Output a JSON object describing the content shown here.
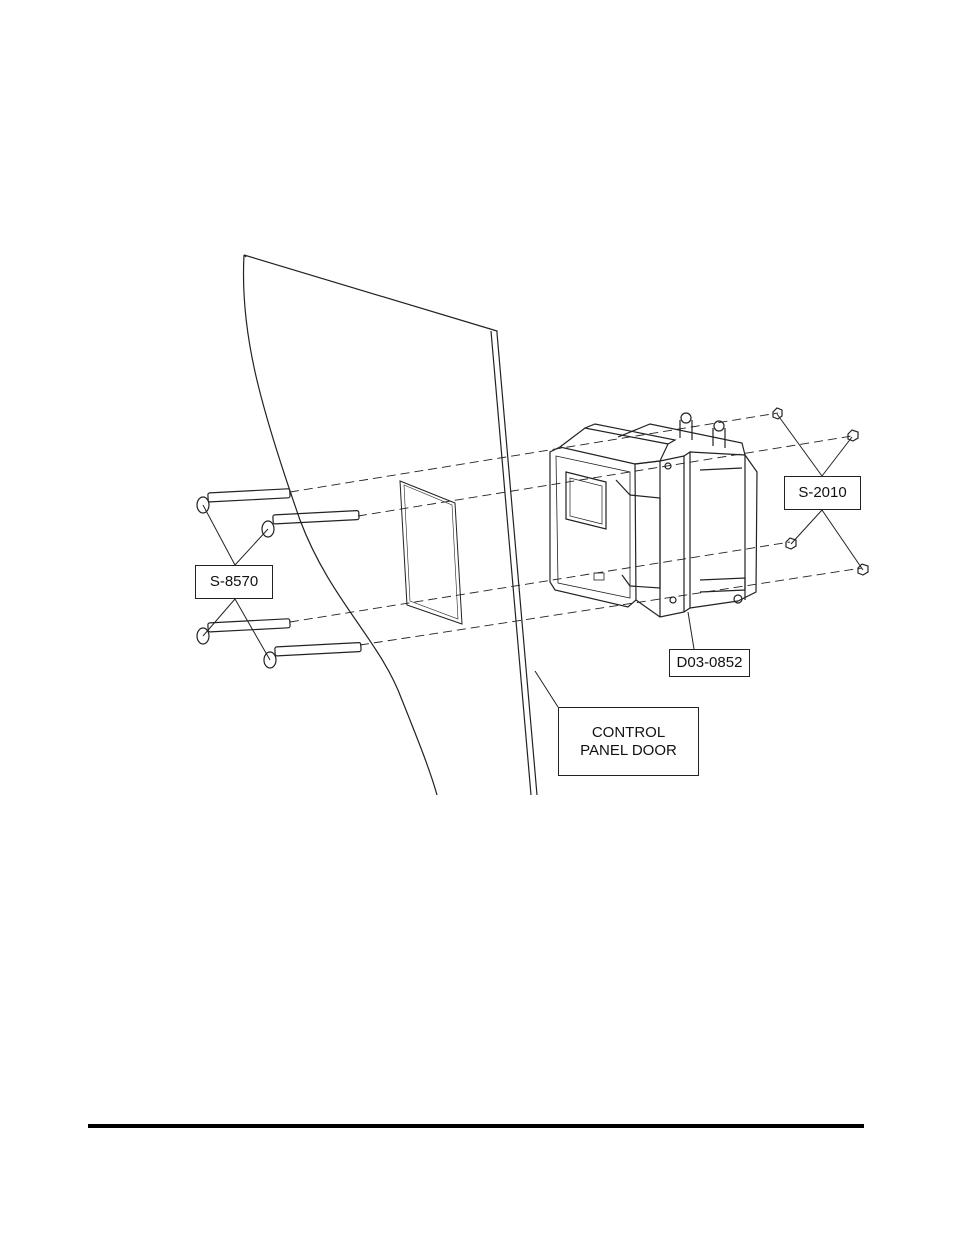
{
  "callouts": {
    "fasteners_left": "S-8570",
    "nuts_right": "S-2010",
    "unit": "D03-0852",
    "door_line1": "CONTROL",
    "door_line2": "PANEL DOOR"
  }
}
